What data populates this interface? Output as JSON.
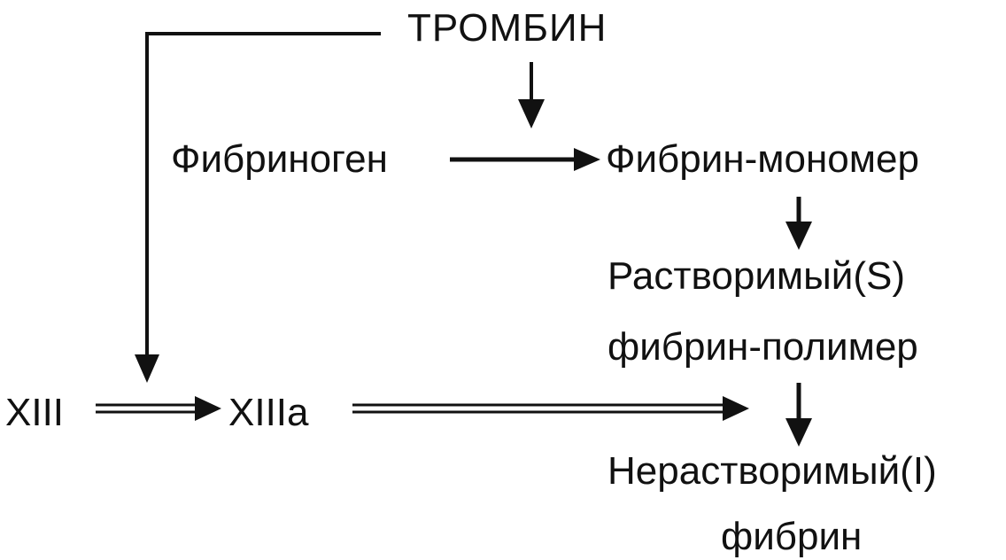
{
  "nodes": {
    "thrombin": "ТРОМБИН",
    "fibrinogen": "Фибриноген",
    "fibrin_monomer": "Фибрин-мономер",
    "soluble_polymer_line1": "Растворимый(S)",
    "soluble_polymer_line2": "фибрин-полимер",
    "factor_xiii": "XIII",
    "factor_xiiia": "XIIIa",
    "insoluble_fibrin_line1": "Нерастворимый(I)",
    "insoluble_fibrin_line2": "фибрин"
  },
  "colors": {
    "ink": "#111111",
    "background": "#ffffff"
  }
}
